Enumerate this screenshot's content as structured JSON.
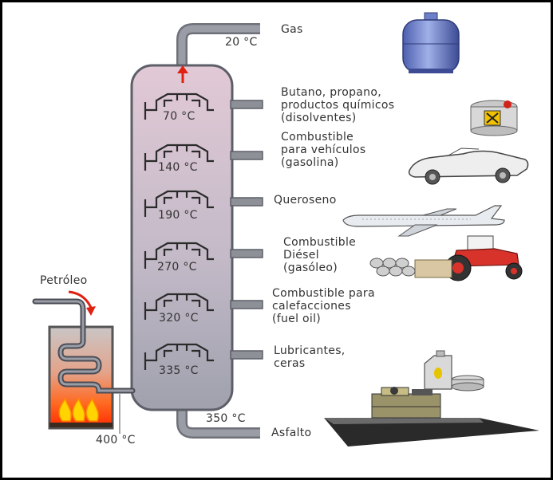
{
  "diagram": {
    "feed_label": "Petróleo",
    "furnace_temp": "400 °C",
    "top_temp": "20 °C",
    "bottom_temp": "350 °C",
    "trays": [
      {
        "temp": "70 °C"
      },
      {
        "temp": "140 °C"
      },
      {
        "temp": "190 °C"
      },
      {
        "temp": "270 °C"
      },
      {
        "temp": "320 °C"
      },
      {
        "temp": "335 °C"
      }
    ],
    "products": [
      {
        "lines": [
          "Gas"
        ],
        "icon": "gas-cylinder-icon"
      },
      {
        "lines": [
          "Butano, propano,",
          "productos químicos",
          "(disolventes)"
        ],
        "icon": "solvent-can-icon"
      },
      {
        "lines": [
          "Combustible",
          "para vehículos",
          "(gasolina)"
        ],
        "icon": "car-icon"
      },
      {
        "lines": [
          "Queroseno"
        ],
        "icon": "airplane-icon"
      },
      {
        "lines": [
          "Combustible",
          "Diésel",
          "(gasóleo)"
        ],
        "icon": "tractor-icon"
      },
      {
        "lines": [
          "Combustible para",
          "calefacciones",
          "(fuel oil)"
        ],
        "icon": null
      },
      {
        "lines": [
          "Lubricantes,",
          "ceras"
        ],
        "icon": "oil-canister-icon"
      },
      {
        "lines": [
          "Asfalto"
        ],
        "icon": "road-paver-icon"
      }
    ],
    "colors": {
      "column_top": "#e2c9d6",
      "column_bottom": "#a7a9b5",
      "pipe": "#8e9098",
      "flame": "#f5b400",
      "fire_glow": "#ff3b00",
      "arrow": "#e02010"
    }
  }
}
